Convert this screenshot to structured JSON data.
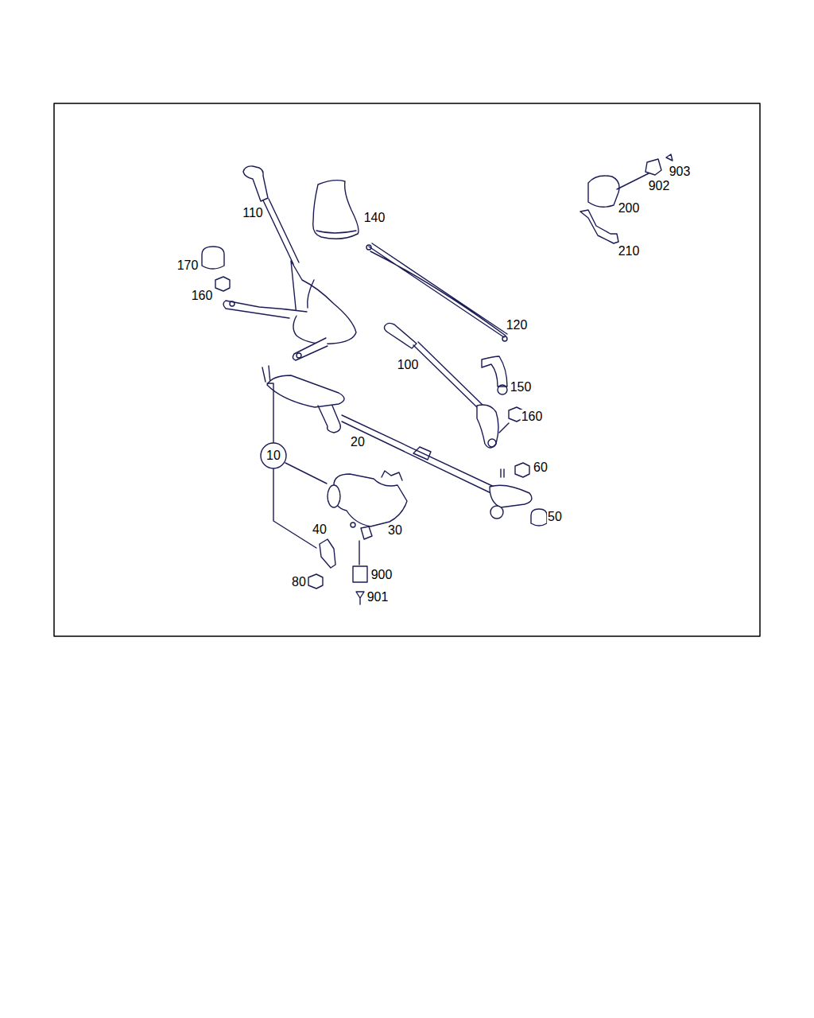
{
  "diagram": {
    "nodes": [
      {
        "text": [
          "10"
        ]
      }
    ],
    "labels": [
      "903",
      "110",
      "140",
      "902",
      "200",
      "170",
      "210",
      "160",
      "120",
      "100",
      "150",
      "160",
      "20",
      "60",
      "30",
      "50",
      "40",
      "900",
      "80",
      "901"
    ]
  }
}
